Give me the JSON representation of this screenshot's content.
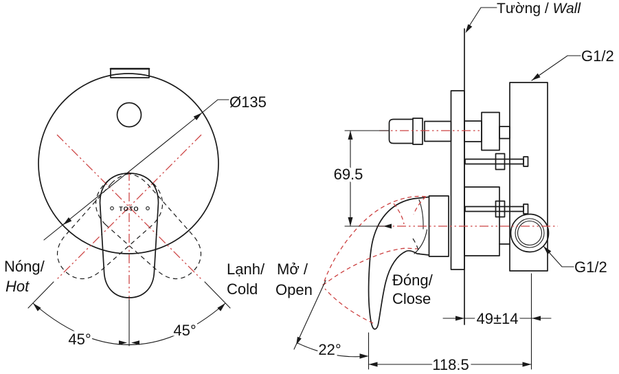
{
  "colors": {
    "line": "#1a1a1a",
    "centerline": "#cc4040",
    "dim": "#111111",
    "background": "#ffffff"
  },
  "brand_logo": "TOTO",
  "front_view": {
    "diameter": "Ø135",
    "hot_vi": "Nóng/",
    "hot_en": "Hot",
    "cold_vi": "Lạnh/",
    "cold_en": "Cold",
    "angle_left": "45°",
    "angle_right": "45°"
  },
  "side_view": {
    "wall_vi": "Tường / ",
    "wall_en": "Wall",
    "thread_top": "G1/2",
    "thread_bottom": "G1/2",
    "outlet_spacing": "69.5",
    "wall_depth": "49±14",
    "total_depth": "118.5",
    "lever_angle": "22°",
    "open_vi": "Mở /",
    "open_en": "Open",
    "close_vi": "Đóng/",
    "close_en": "Close"
  }
}
